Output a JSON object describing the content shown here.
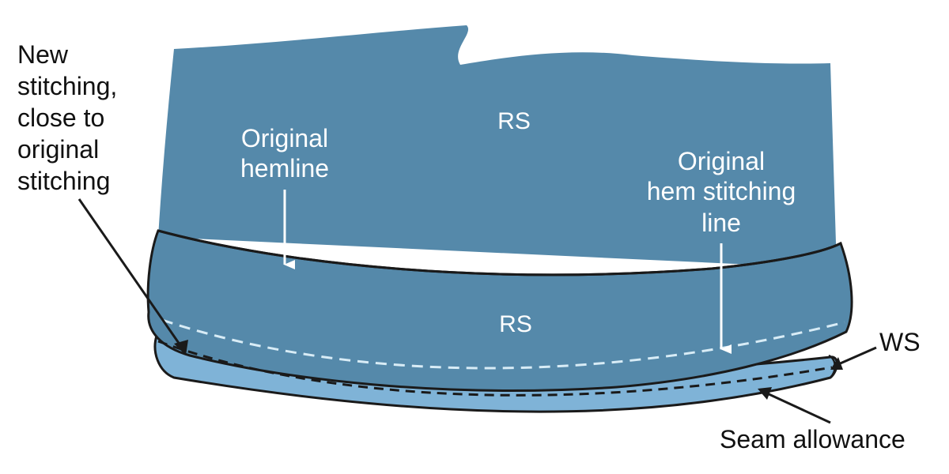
{
  "colors": {
    "fabric": "#5589aa",
    "hem_band": "#5589aa",
    "seam_allowance": "#7fb3d7",
    "outline": "#1a1a1a",
    "white_stitch": "#d8ecf6",
    "label_dark": "#111111",
    "label_light": "#ffffff",
    "background": "#ffffff"
  },
  "labels": {
    "rs_top": "RS",
    "rs_band": "RS",
    "ws": "WS",
    "new_stitching": [
      "New",
      "stitching,",
      "close to",
      "original",
      "stitching"
    ],
    "original_hemline": [
      "Original",
      "hemline"
    ],
    "original_hem_stitching_line": [
      "Original",
      "hem stitching",
      "line"
    ],
    "seam_allowance": "Seam allowance"
  }
}
